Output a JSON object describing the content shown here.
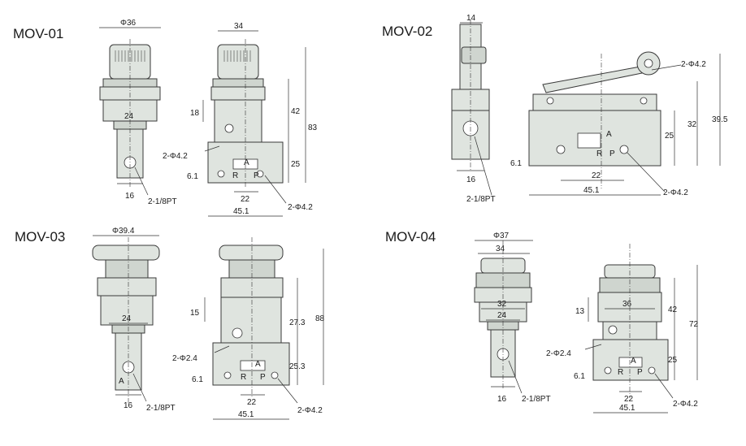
{
  "models": {
    "mov01": {
      "name": "MOV-01"
    },
    "mov02": {
      "name": "MOV-02"
    },
    "mov03": {
      "name": "MOV-03"
    },
    "mov04": {
      "name": "MOV-04"
    }
  },
  "dims": {
    "m1": {
      "d1": "Φ36",
      "d2": "24",
      "d3": "16",
      "d4": "2-1/8PT",
      "d5": "34",
      "d6": "18",
      "d7": "42",
      "d8": "83",
      "d9": "2-Φ4.2",
      "d10": "25",
      "d11": "6.1",
      "d12": "A",
      "d13": "R",
      "d14": "P",
      "d15": "22",
      "d16": "45.1",
      "d17": "2-Φ4.2"
    },
    "m2": {
      "d1": "14",
      "d2": "16",
      "d3": "2-1/8PT",
      "d4": "2-Φ4.2",
      "d5": "39.5",
      "d6": "32",
      "d7": "25",
      "d8": "6.1",
      "d9": "A",
      "d10": "R",
      "d11": "P",
      "d12": "22",
      "d13": "45.1",
      "d14": "2-Φ4.2"
    },
    "m3": {
      "d1": "Φ39.4",
      "d2": "24",
      "d3": "A",
      "d4": "16",
      "d5": "2-1/8PT",
      "d6": "15",
      "d7": "27.3",
      "d8": "88",
      "d9": "2-Φ2.4",
      "d10": "25.3",
      "d11": "6.1",
      "d12": "A",
      "d13": "R",
      "d14": "P",
      "d15": "22",
      "d16": "45.1",
      "d17": "2-Φ4.2"
    },
    "m4": {
      "d1": "Φ37",
      "d2": "34",
      "d3": "32",
      "d4": "24",
      "d5": "16",
      "d6": "2-1/8PT",
      "d7": "13",
      "d8": "36",
      "d9": "42",
      "d10": "72",
      "d11": "2-Φ2.4",
      "d12": "25",
      "d13": "6.1",
      "d14": "A",
      "d15": "R",
      "d16": "P",
      "d17": "22",
      "d18": "45.1",
      "d19": "2-Φ4.2"
    }
  }
}
